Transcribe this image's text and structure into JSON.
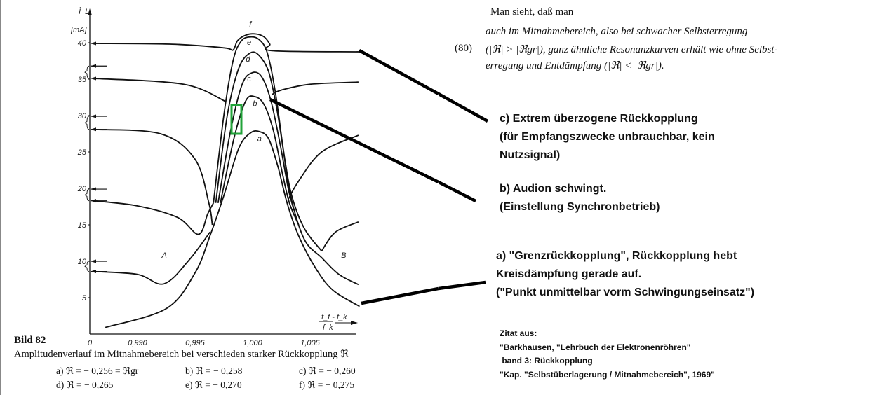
{
  "chart_data": {
    "type": "line",
    "title": "Bild 82",
    "caption": "Amplitudenverlauf im Mitnahmebereich bei verschieden starker Rückkopplung ℜ",
    "ylabel": "Î_L",
    "yunit": "[mA]",
    "xlabel_num": "f_f - f_k",
    "xlabel_den": "f_k",
    "ylim": [
      0,
      42
    ],
    "xlim": [
      0.9862,
      1.0093
    ],
    "yticks": [
      "5",
      "10",
      "15",
      "20",
      "25",
      "30",
      "35",
      "40"
    ],
    "ytick_values": [
      5,
      10,
      15,
      20,
      25,
      30,
      35,
      40
    ],
    "xticks": [
      "0",
      "0,990",
      "0,995",
      "1,000",
      "1,005"
    ],
    "xtick_values": [
      0.9862,
      0.99,
      0.995,
      1.0,
      1.005
    ],
    "region_labels": [
      {
        "text": "A",
        "x": 0.9921,
        "y": 10.5
      },
      {
        "text": "B",
        "x": 1.0077,
        "y": 10.5
      }
    ],
    "left_arrow_levels": [
      39.9,
      36.8,
      35.1,
      29.9,
      28.1,
      19.9,
      18.3,
      10.0,
      8.6
    ],
    "series": [
      {
        "name": "f",
        "label_pos": [
          0.9998,
          42.2
        ],
        "points": [
          [
            0.9862,
            39.9
          ],
          [
            0.993,
            39.8
          ],
          [
            0.9975,
            39.3
          ],
          [
            0.9983,
            39.0
          ],
          [
            0.9987,
            40.3
          ],
          [
            0.9995,
            41.1
          ],
          [
            1.0003,
            41.2
          ],
          [
            1.001,
            40.8
          ],
          [
            1.0015,
            39.8
          ],
          [
            1.0017,
            38.9
          ],
          [
            1.0093,
            38.75
          ]
        ]
      },
      {
        "name": "e",
        "label_pos": [
          0.9997,
          39.7
        ],
        "points": [
          [
            0.9966,
            18
          ],
          [
            0.9975,
            30
          ],
          [
            0.9983,
            37.5
          ],
          [
            0.999,
            40.2
          ],
          [
            0.9998,
            40.8
          ],
          [
            1.0006,
            40.4
          ],
          [
            1.0013,
            38.5
          ],
          [
            1.002,
            33
          ],
          [
            1.0027,
            25
          ],
          [
            1.0033,
            19
          ],
          [
            1.0045,
            13
          ],
          [
            1.006,
            10.5
          ],
          [
            1.0075,
            8.2
          ],
          [
            1.0092,
            6.8
          ]
        ]
      },
      {
        "name": "d",
        "label_pos": [
          0.9996,
          37.4
        ],
        "points": [
          [
            0.9968,
            18
          ],
          [
            0.9978,
            30
          ],
          [
            0.9988,
            36.5
          ],
          [
            0.9998,
            38.6
          ],
          [
            1.0006,
            38.2
          ],
          [
            1.0014,
            36
          ],
          [
            1.0021,
            31
          ],
          [
            1.0028,
            24
          ],
          [
            1.0034,
            19
          ],
          [
            1.0045,
            14.5
          ],
          [
            1.006,
            11.4
          ]
        ]
      },
      {
        "name": "c",
        "label_pos": [
          0.9997,
          34.7
        ],
        "points": [
          [
            0.997,
            18
          ],
          [
            0.9981,
            28
          ],
          [
            0.9991,
            34.3
          ],
          [
            1.0,
            35.9
          ],
          [
            1.0008,
            35.3
          ],
          [
            1.0016,
            32
          ],
          [
            1.0024,
            26
          ],
          [
            1.0031,
            20
          ],
          [
            1.0036,
            17
          ]
        ]
      },
      {
        "name": "b",
        "label_pos": [
          1.0002,
          31.3
        ],
        "points": [
          [
            0.9972,
            18
          ],
          [
            0.9984,
            27
          ],
          [
            0.9994,
            32
          ],
          [
            1.0002,
            32.6
          ],
          [
            1.001,
            31.5
          ],
          [
            1.0018,
            28
          ],
          [
            1.0026,
            22
          ],
          [
            1.0032,
            18
          ],
          [
            1.004,
            15
          ]
        ]
      },
      {
        "name": "a",
        "label_pos": [
          1.0006,
          26.5
        ],
        "points": [
          [
            0.9872,
            0.9
          ],
          [
            0.9925,
            3.5
          ],
          [
            0.995,
            8.4
          ],
          [
            0.9963,
            13.5
          ],
          [
            0.9975,
            19
          ],
          [
            0.9988,
            25.5
          ],
          [
            0.9998,
            27.6
          ],
          [
            1.0006,
            27.8
          ],
          [
            1.0014,
            26.8
          ],
          [
            1.0022,
            23
          ],
          [
            1.003,
            18
          ],
          [
            1.004,
            13.5
          ],
          [
            1.0055,
            9
          ],
          [
            1.007,
            6
          ],
          [
            1.0093,
            3.8
          ]
        ]
      },
      {
        "name": "branch-A1",
        "points": [
          [
            0.9862,
            8.6
          ],
          [
            0.99,
            8.2
          ],
          [
            0.9923,
            6.9
          ],
          [
            0.9945,
            10.2
          ],
          [
            0.9963,
            14
          ]
        ]
      },
      {
        "name": "branch-A2",
        "points": [
          [
            0.9862,
            18.3
          ],
          [
            0.99,
            17.6
          ],
          [
            0.9935,
            16
          ],
          [
            0.9953,
            13.7
          ],
          [
            0.9961,
            16.5
          ],
          [
            0.9966,
            18
          ]
        ]
      },
      {
        "name": "branch-A3",
        "points": [
          [
            0.9862,
            28.1
          ],
          [
            0.992,
            27.5
          ],
          [
            0.995,
            24
          ],
          [
            0.9962,
            18
          ],
          [
            0.9965,
            15
          ]
        ]
      },
      {
        "name": "branch-A4",
        "points": [
          [
            0.9862,
            35.1
          ],
          [
            0.994,
            34.3
          ],
          [
            0.9977,
            31.9
          ]
        ]
      },
      {
        "name": "branch-B1",
        "points": [
          [
            1.0092,
            27.3
          ],
          [
            1.006,
            25
          ],
          [
            1.004,
            21
          ],
          [
            1.0031,
            18.5
          ]
        ]
      },
      {
        "name": "branch-B2",
        "points": [
          [
            1.0092,
            34.6
          ],
          [
            1.005,
            34.3
          ],
          [
            1.0025,
            33.5
          ],
          [
            1.0017,
            32.9
          ]
        ]
      },
      {
        "name": "branch-B3",
        "points": [
          [
            1.0092,
            15.4
          ],
          [
            1.0072,
            14
          ],
          [
            1.006,
            11.4
          ]
        ]
      }
    ],
    "legend": [
      {
        "key": "a)",
        "value": "ℜ = − 0,256 = ℜgr"
      },
      {
        "key": "b)",
        "value": "ℜ = − 0,258"
      },
      {
        "key": "c)",
        "value": "ℜ = − 0,260"
      },
      {
        "key": "d)",
        "value": "ℜ = − 0,265"
      },
      {
        "key": "e)",
        "value": "ℜ = − 0,270"
      },
      {
        "key": "f)",
        "value": "ℜ = − 0,275"
      }
    ]
  },
  "book_text": {
    "line1": "Man sieht, daß man",
    "line2": "auch im Mitnahmebereich, also bei schwacher Selbsterregung",
    "eq_no": "(80)",
    "line3": "(|ℜ| > |ℜgr|), ganz ähnliche Resonanzkurven erhält wie ohne Selbst-",
    "line4": "erregung und Entdämpfung (|ℜ| < |ℜgr|)."
  },
  "annotations": {
    "c": [
      "c) Extrem überzogene Rückkopplung",
      "(für Empfangszwecke unbrauchbar, kein",
      "Nutzsignal)"
    ],
    "b": [
      "b) Audion schwingt.",
      "(Einstellung Synchronbetrieb)"
    ],
    "a": [
      "a) \"Grenzrückkopplung\", Rückkopplung hebt",
      "Kreisdämpfung gerade auf.",
      "(\"Punkt unmittelbar vorm Schwingungseinsatz\")"
    ]
  },
  "citation": [
    "Zitat aus:",
    "\"Barkhausen, \"Lehrbuch der Elektronenröhren\"",
    " band 3: Rückkopplung",
    "\"Kap. \"Selbstüberlagerung / Mitnahmebereich\", 1969\""
  ],
  "colors": {
    "highlight": "#22a33a",
    "ink": "#111111",
    "pointer": "#000000"
  }
}
